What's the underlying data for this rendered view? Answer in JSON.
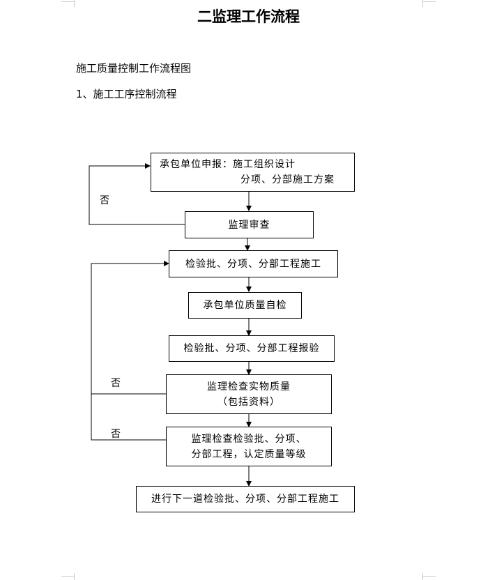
{
  "title": "二监理工作流程",
  "headings": {
    "main": "施工质量控制工作流程图",
    "sub": "1、施工工序控制流程"
  },
  "flow": {
    "nodes": [
      {
        "id": "submit",
        "lines": [
          "承包单位申报：施工组织设计",
          "分项、分部施工方案"
        ]
      },
      {
        "id": "review",
        "lines": [
          "监理审查"
        ]
      },
      {
        "id": "construct",
        "lines": [
          "检验批、分项、分部工程施工"
        ]
      },
      {
        "id": "selfcheck",
        "lines": [
          "承包单位质量自检"
        ]
      },
      {
        "id": "report",
        "lines": [
          "检验批、分项、分部工程报验"
        ]
      },
      {
        "id": "inspect",
        "lines": [
          "监理检查实物质量",
          "（包括资料）"
        ]
      },
      {
        "id": "grade",
        "lines": [
          "监理检查检验批、分项、",
          "分部工程，认定质量等级"
        ]
      },
      {
        "id": "next",
        "lines": [
          "进行下一道检验批、分项、分部工程施工"
        ]
      }
    ],
    "no_label": "否"
  }
}
